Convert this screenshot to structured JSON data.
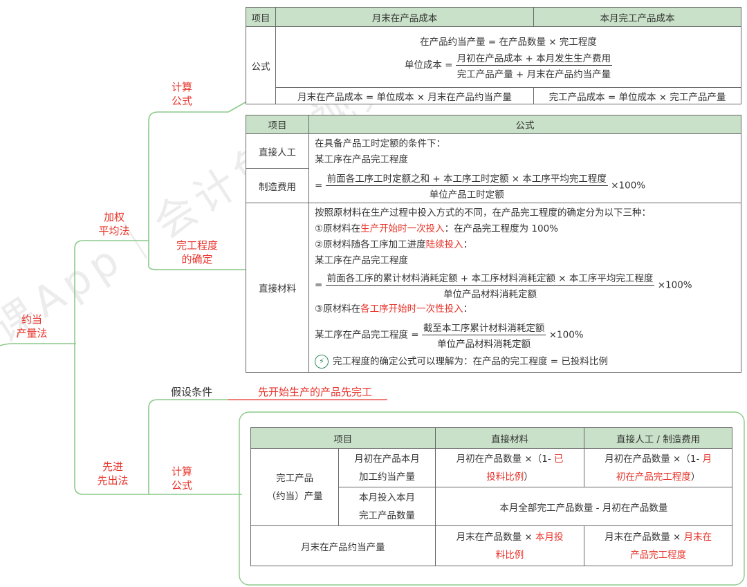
{
  "watermark": "课App｜会计免费视频题库",
  "root": "约当\n产量法",
  "weighted": {
    "label": "加权\n平均法",
    "calc_label": "计算\n公式",
    "degree_label": "完工程度\n的确定"
  },
  "fifo": {
    "label": "先进\n先出法",
    "assumption_label": "假设条件",
    "assumption_value": "先开始生产的产品先完工",
    "calc_label": "计算\n公式"
  },
  "table1": {
    "col_item": "项目",
    "col_wip": "月末在产品成本",
    "col_finished": "本月完工产品成本",
    "row_formula": "公式",
    "eq_line1": "在产品约当产量 = 在产品数量 × 完工程度",
    "unit_cost_prefix": "单位成本 =",
    "unit_cost_num": "月初在产品成本 + 本月发生生产费用",
    "unit_cost_den": "完工产品产量 + 月末在产品约当产量",
    "wip_formula": "月末在产品成本 = 单位成本 × 月末在产品约当产量",
    "finished_formula": "完工产品成本 = 单位成本 × 完工产品产量"
  },
  "table2": {
    "col_item": "项目",
    "col_formula": "公式",
    "row_labor": "直接人工",
    "row_overhead": "制造费用",
    "row_material": "直接材料",
    "labor_line1": "在具备产品工时定额的条件下：",
    "labor_line2": "某工序在产品完工程度",
    "labor_eq": "=",
    "labor_num": "前面各工序工时定额之和 + 本工序工时定额 × 本工序平均完工程度",
    "labor_den": "单位产品工时定额",
    "labor_pct": "×100%",
    "mat_line1": "按照原材料在生产过程中投入方式的不同，在产品完工程度的确定分为以下三种：",
    "mat_case1_a": "①原材料在",
    "mat_case1_red": "生产开始时一次投入",
    "mat_case1_b": "：在产品完工程度为 100%",
    "mat_case2_a": "②原材料随各工序加工进度",
    "mat_case2_red": "陆续投入",
    "mat_case2_b": "：",
    "mat_case2_line2": "某工序在产品完工程度",
    "mat_eq": "=",
    "mat_num": "前面各工序的累计材料消耗定额 + 本工序材料消耗定额 × 本工序平均完工程度",
    "mat_den": "单位产品材料消耗定额",
    "mat_pct": "×100%",
    "mat_case3_a": "③原材料在",
    "mat_case3_red": "各工序开始时一次性投入",
    "mat_case3_b": "：",
    "mat_case3_prefix": "某工序在产品完工程度 =",
    "mat_case3_num": "截至本工序累计材料消耗定额",
    "mat_case3_den": "单位产品材料消耗定额",
    "mat_case3_pct": "×100%",
    "tip": "完工程度的确定公式可以理解为：在产品的完工程度 = 已投料比例"
  },
  "table3": {
    "col_item": "项目",
    "col_material": "直接材料",
    "col_labor": "直接人工 / 制造费用",
    "row_finished": "完工产品\n（约当）产量",
    "sub_begin": "月初在产品本月\n加工约当产量",
    "sub_new": "本月投入本月\n完工产品数量",
    "begin_mat_a": "月初在产品数量 ×（1- ",
    "begin_mat_red1": "已",
    "begin_mat_red2": "投料比例",
    "begin_mat_b": "）",
    "begin_lab_a": "月初在产品数量 ×（1- ",
    "begin_lab_red1": "月",
    "begin_lab_red2": "初在产品完工程度",
    "begin_lab_b": "）",
    "new_value": "本月全部完工产品数量 - 月初在产品数量",
    "row_wip": "月末在产品约当产量",
    "wip_mat_a": "月末在产品数量 × ",
    "wip_mat_red1": "本月投",
    "wip_mat_red2": "料比例",
    "wip_lab_a": "月末在产品数量 × ",
    "wip_lab_red1": "月末在",
    "wip_lab_red2": "产品完工程度"
  },
  "colors": {
    "branch": "#8cc98a",
    "header": "#c9e1c8",
    "red": "#e8332a"
  }
}
